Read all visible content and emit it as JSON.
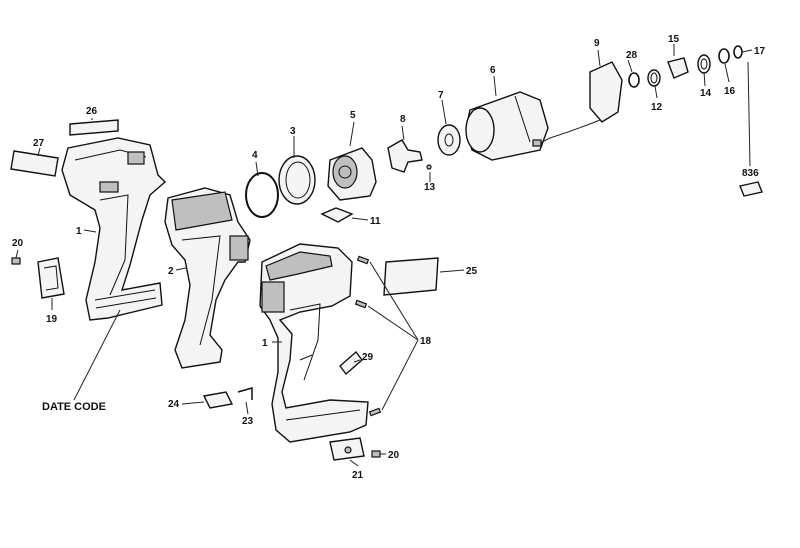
{
  "diagram": {
    "caption_date_code": "DATE CODE",
    "labels": [
      "1",
      "1",
      "2",
      "3",
      "4",
      "5",
      "6",
      "7",
      "8",
      "9",
      "11",
      "12",
      "13",
      "14",
      "15",
      "16",
      "17",
      "18",
      "19",
      "20",
      "20",
      "21",
      "23",
      "24",
      "25",
      "26",
      "27",
      "28",
      "29",
      "836"
    ],
    "accent_color": "#f2a21a"
  }
}
